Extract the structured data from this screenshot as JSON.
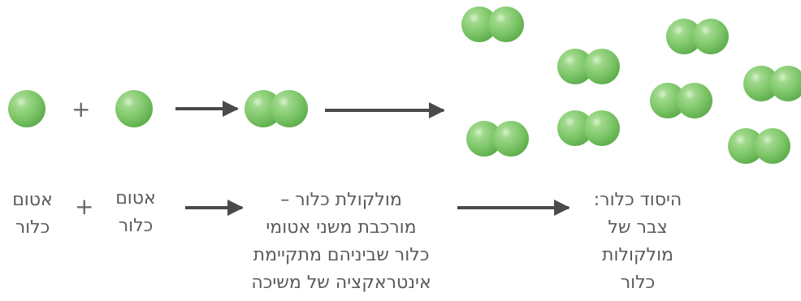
{
  "operators": {
    "plus": "+"
  },
  "labels": {
    "atom_1": [
      "אטום",
      "כלור"
    ],
    "atom_2": [
      "אטום",
      "כלור"
    ],
    "molecule": [
      "מולקולת כלור –",
      "מורכבת משני אטומי",
      "כלור שביניהם מתקיימת",
      "אינטראקציה של משיכה"
    ],
    "element": [
      "היסוד כלור:",
      "צבר של",
      "מולקולות",
      "כלור"
    ]
  },
  "colors": {
    "atom": "#7ec86a",
    "atom_dark": "#5fae4e",
    "arrow": "#4a4a4a",
    "text": "#5a5a5a"
  }
}
